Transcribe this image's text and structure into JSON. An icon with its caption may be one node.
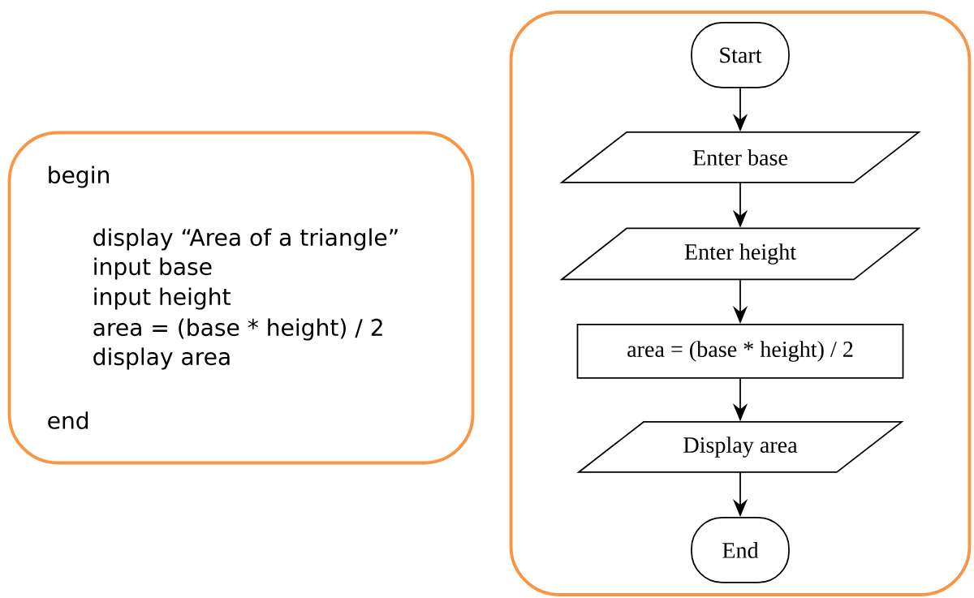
{
  "diagram": {
    "nodes": [
      {
        "text": [
          "begin",
          "display “Area of a triangle”",
          "input base",
          "input height",
          "area = (base * height) / 2",
          "display area",
          "end"
        ]
      },
      {
        "text": [],
        "shape": "box"
      },
      {
        "text": [
          "Start"
        ],
        "in": 1
      },
      {
        "text": [
          "Enter base"
        ],
        "in": 1
      },
      {
        "text": [
          "Enter height"
        ],
        "in": 1
      },
      {
        "text": [
          "area = (base * height) / 2"
        ],
        "in": 1
      },
      {
        "text": [
          "Display area"
        ],
        "in": 1
      },
      {
        "text": [
          "End"
        ],
        "in": 1
      }
    ],
    "edges": [
      {
        "from": 2,
        "to": 3,
        "arrow": "to"
      },
      {
        "from": 3,
        "to": 4,
        "arrow": "to"
      },
      {
        "from": 4,
        "to": 5,
        "arrow": "to"
      },
      {
        "from": 5,
        "to": 6,
        "arrow": "to"
      },
      {
        "from": 6,
        "to": 7,
        "arrow": "to"
      }
    ]
  }
}
